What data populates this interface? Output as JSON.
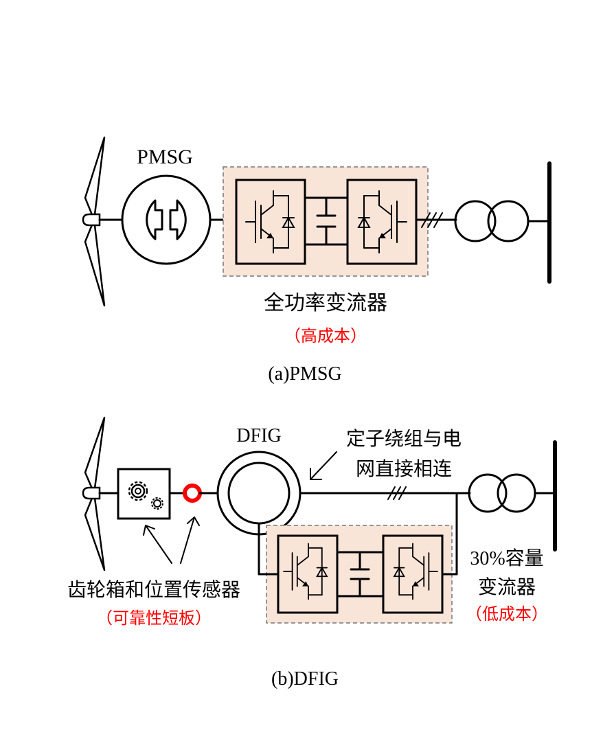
{
  "pmsg": {
    "generator_label": "PMSG",
    "converter_label": "全功率变流器",
    "cost_note": "（高成本）",
    "caption": "(a)PMSG"
  },
  "dfig": {
    "generator_label": "DFIG",
    "stator_note_line1": "定子绕组与电",
    "stator_note_line2": "网直接相连",
    "converter_label_line1": "30%容量",
    "converter_label_line2": "变流器",
    "cost_note": "（低成本）",
    "gearbox_label": "齿轮箱和位置传感器",
    "reliability_note": "（可靠性短板）",
    "caption": "(b)DFIG"
  },
  "colors": {
    "highlight_red": "#ff0000",
    "converter_fill": "#f9e4d8",
    "line": "#000000"
  }
}
